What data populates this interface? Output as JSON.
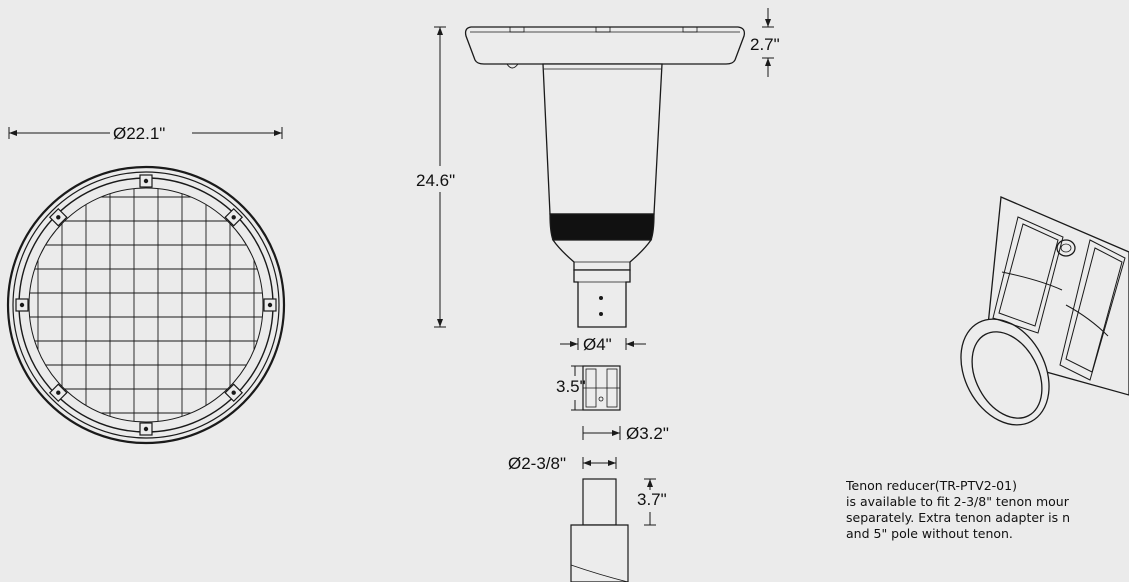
{
  "colors": {
    "background": "#ebebeb",
    "line": "#1a1a1a",
    "band": "#111111"
  },
  "dimensions": {
    "diameter_top_view": "Ø22.1\"",
    "height_overall": "24.6\"",
    "height_head": "2.7\"",
    "diameter_neck": "Ø4\"",
    "height_adapter": "3.5\"",
    "diameter_adapter": "Ø3.2\"",
    "diameter_tenon": "Ø2-3/8\"",
    "height_tenon": "3.7\""
  },
  "note": {
    "line1": "Tenon reducer(TR-PTV2-01)",
    "line2": "is available to fit 2-3/8\" tenon mour",
    "line3": "separately. Extra tenon adapter is n",
    "line4": "and 5\" pole without tenon."
  }
}
